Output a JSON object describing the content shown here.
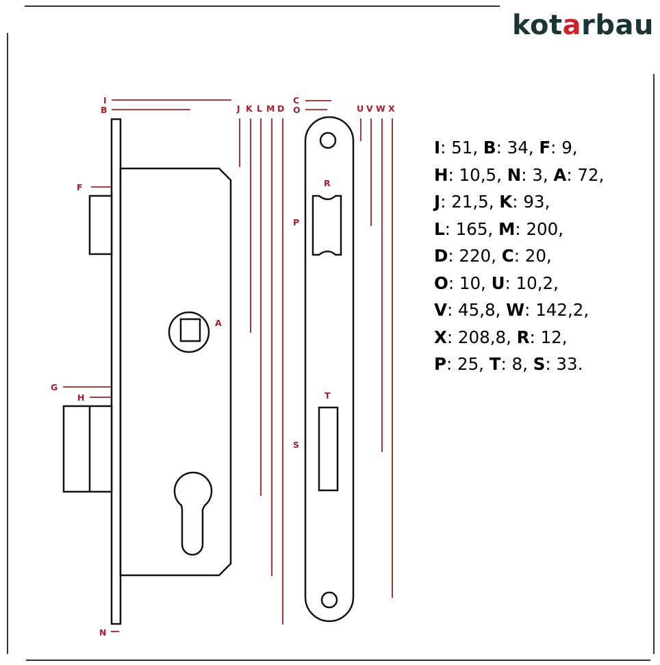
{
  "brand": {
    "prefix": "kot",
    "accent": "a",
    "suffix": "rbau",
    "color": "#1b3434",
    "accent_color": "#c8222b"
  },
  "dimension_labels": {
    "I": "I",
    "B": "B",
    "J": "J",
    "K": "K",
    "L": "L",
    "M": "M",
    "D": "D",
    "C": "C",
    "O": "O",
    "U": "U",
    "V": "V",
    "W": "W",
    "X": "X",
    "F": "F",
    "G": "G",
    "H": "H",
    "N": "N",
    "A": "A",
    "R": "R",
    "P": "P",
    "T": "T",
    "S": "S"
  },
  "specs": [
    [
      {
        "k": "I",
        "v": "51"
      },
      {
        "k": "B",
        "v": "34"
      },
      {
        "k": "F",
        "v": "9"
      }
    ],
    [
      {
        "k": "H",
        "v": "10,5"
      },
      {
        "k": "N",
        "v": "3"
      },
      {
        "k": "A",
        "v": "72"
      }
    ],
    [
      {
        "k": "J",
        "v": "21,5"
      },
      {
        "k": "K",
        "v": "93"
      }
    ],
    [
      {
        "k": "L",
        "v": "165"
      },
      {
        "k": "M",
        "v": "200"
      }
    ],
    [
      {
        "k": "D",
        "v": "220"
      },
      {
        "k": "C",
        "v": "20"
      }
    ],
    [
      {
        "k": "O",
        "v": "10"
      },
      {
        "k": "U",
        "v": "10,2"
      }
    ],
    [
      {
        "k": "V",
        "v": "45,8"
      },
      {
        "k": "W",
        "v": "142,2"
      }
    ],
    [
      {
        "k": "X",
        "v": "208,8"
      },
      {
        "k": "R",
        "v": "12"
      }
    ],
    [
      {
        "k": "P",
        "v": "25"
      },
      {
        "k": "T",
        "v": "8"
      },
      {
        "k": "S",
        "v": "33"
      }
    ]
  ],
  "colors": {
    "dimension": "#a0202a",
    "outline": "#111111",
    "text": "#000000"
  }
}
